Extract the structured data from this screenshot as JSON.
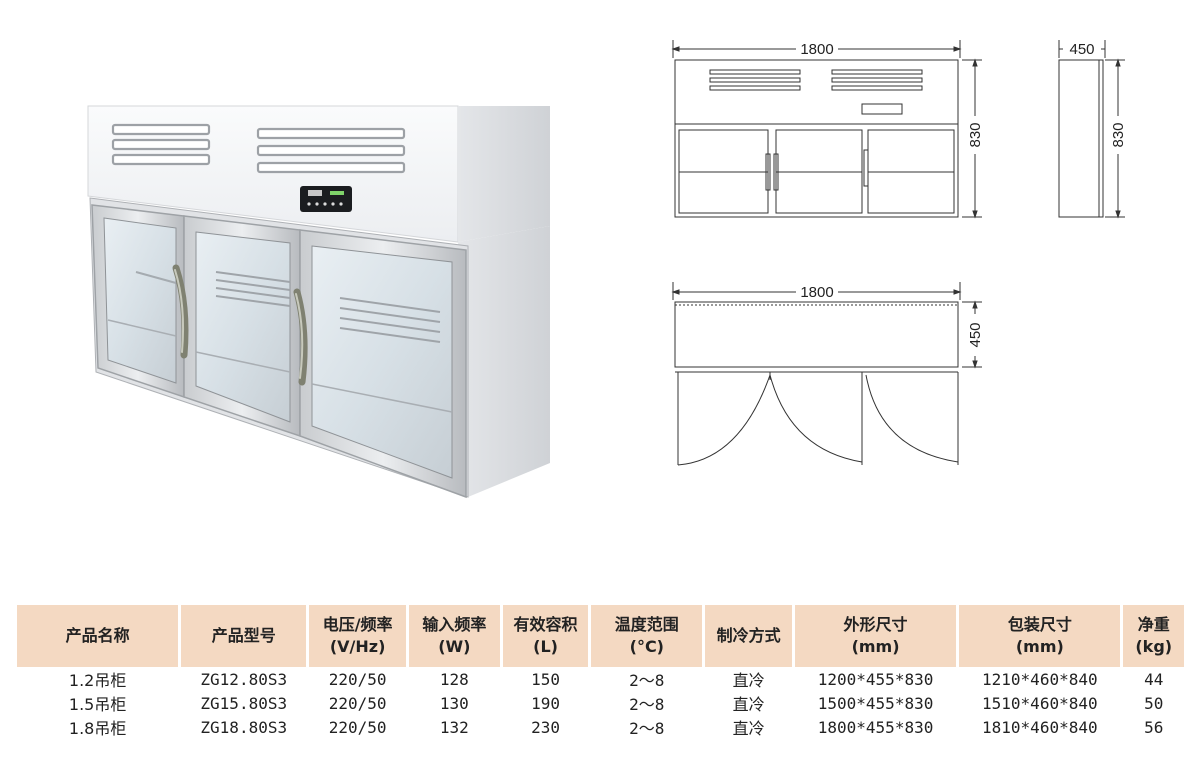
{
  "drawing": {
    "front_width": "1800",
    "front_height": "830",
    "side_depth": "450",
    "side_height": "830",
    "top_width": "1800",
    "top_depth": "450"
  },
  "table": {
    "headers": [
      {
        "line1": "产品名称",
        "line2": ""
      },
      {
        "line1": "产品型号",
        "line2": ""
      },
      {
        "line1": "电压/频率",
        "line2": "(V/Hz)"
      },
      {
        "line1": "输入频率",
        "line2": "(W)"
      },
      {
        "line1": "有效容积",
        "line2": "(L)"
      },
      {
        "line1": "温度范围",
        "line2": "(°C)"
      },
      {
        "line1": "制冷方式",
        "line2": ""
      },
      {
        "line1": "外形尺寸",
        "line2": "(mm)"
      },
      {
        "line1": "包装尺寸",
        "line2": "(mm)"
      },
      {
        "line1": "净重",
        "line2": "(kg)"
      }
    ],
    "rows": [
      [
        "1.2吊柜",
        "ZG12.80S3",
        "220/50",
        "128",
        "150",
        "2～8",
        "直冷",
        "1200*455*830",
        "1210*460*840",
        "44"
      ],
      [
        "1.5吊柜",
        "ZG15.80S3",
        "220/50",
        "130",
        "190",
        "2～8",
        "直冷",
        "1500*455*830",
        "1510*460*840",
        "50"
      ],
      [
        "1.8吊柜",
        "ZG18.80S3",
        "220/50",
        "132",
        "230",
        "2～8",
        "直冷",
        "1800*455*830",
        "1810*460*840",
        "56"
      ]
    ]
  },
  "colors": {
    "header_fill": "#f4d9c2",
    "cabinet_body": "#f2f3f5",
    "cabinet_side": "#d9dadd",
    "door_frame": "#b9bcc0",
    "handle": "#8a8c7a",
    "line": "#333333"
  }
}
